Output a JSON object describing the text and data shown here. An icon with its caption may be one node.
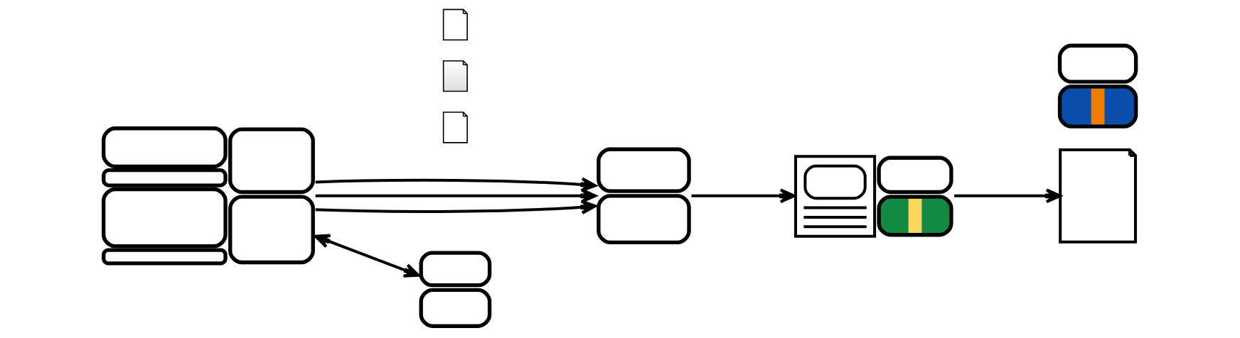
{
  "diagram": {
    "nodes": [
      {
        "text": [],
        "shape": "picture"
      },
      {
        "text": [],
        "shape": "document"
      },
      {
        "text": [],
        "shape": "document"
      },
      {
        "text": [],
        "shape": "document"
      },
      {
        "text": [],
        "shape": "person"
      },
      {
        "text": [],
        "shape": "picture"
      },
      {
        "text": [],
        "shape": "person"
      },
      {
        "text": [],
        "shape": "document"
      },
      {
        "text": [],
        "shape": "person"
      }
    ],
    "edges": [
      {
        "from": 0,
        "to": 4,
        "arrow": "to"
      },
      {
        "from": 0,
        "to": 4,
        "arrow": "to"
      },
      {
        "from": 0,
        "to": 4,
        "arrow": "to"
      },
      {
        "from": 4,
        "to": 5,
        "arrow": "to"
      },
      {
        "from": 5,
        "to": 7,
        "arrow": "to"
      },
      {
        "from": 0,
        "to": 8,
        "arrow": "both"
      }
    ]
  }
}
